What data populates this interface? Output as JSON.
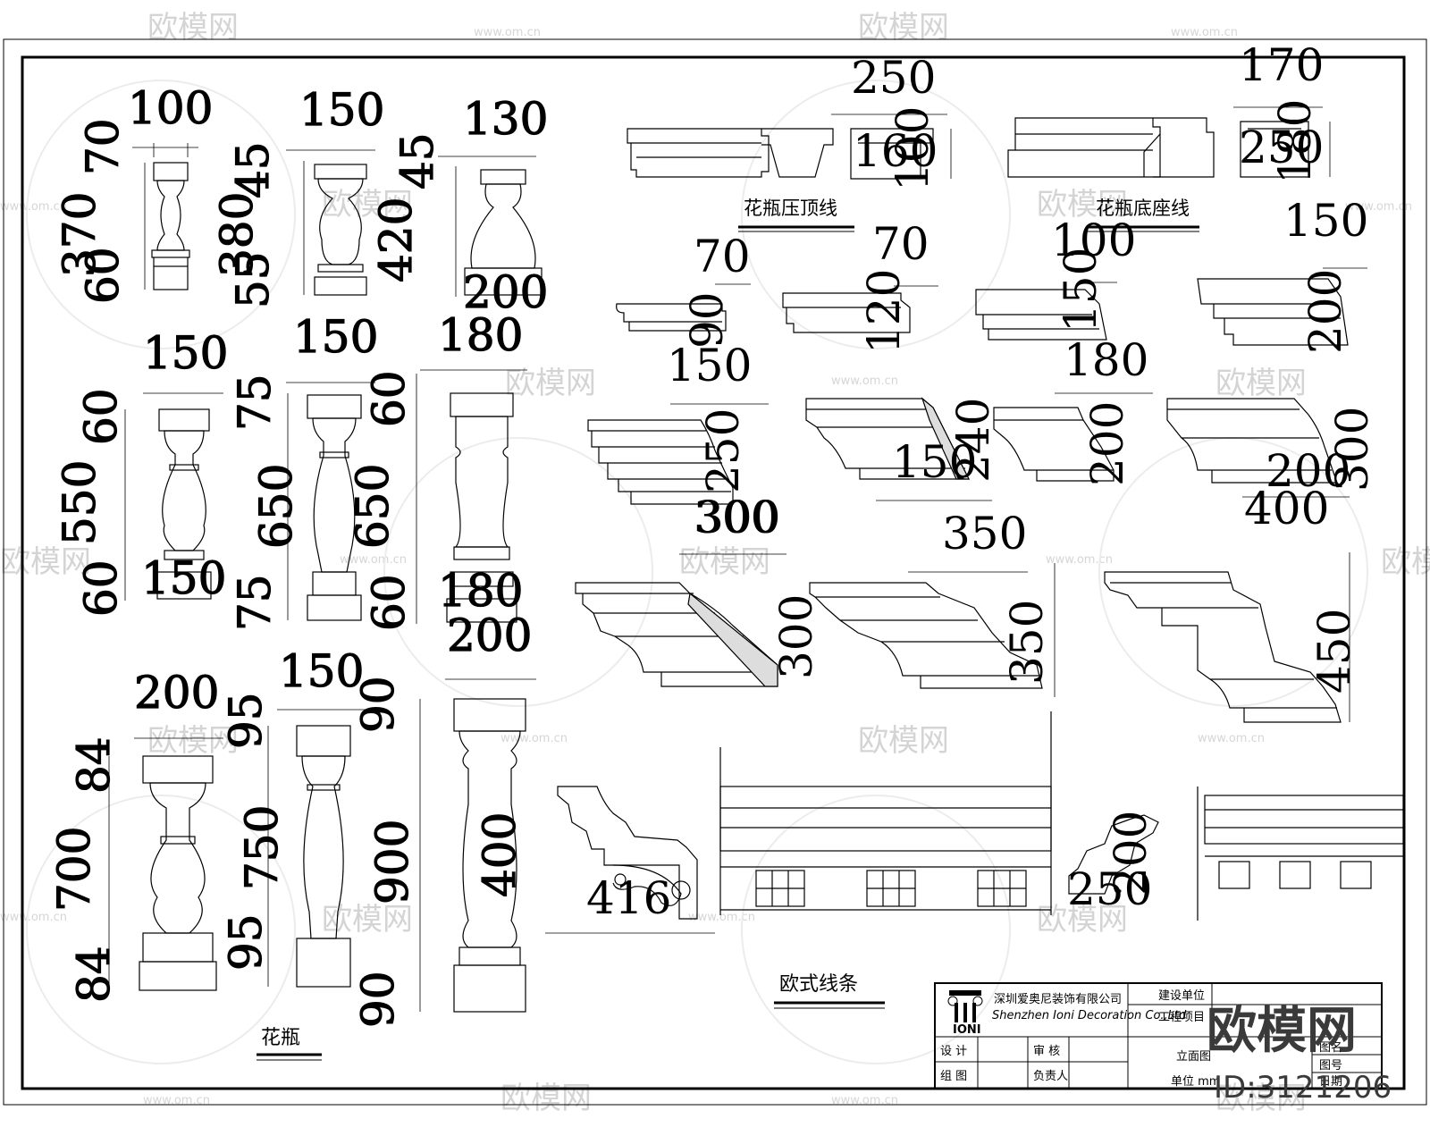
{
  "watermarks": {
    "brand": "欧模网",
    "url": "www.om.cn"
  },
  "labels": {
    "balusters": "花瓶",
    "vase_cap": "花瓶压顶线",
    "vase_base": "花瓶底座线",
    "euro_moulding": "欧式线条"
  },
  "title_block": {
    "company_cn": "深圳爱奥尼装饰有限公司",
    "company_en": "Shenzhen Ioni Decoration Co.,Ltd",
    "logo_text": "IONI",
    "client_label": "建设单位",
    "project_label": "工程项目",
    "design_label": "设 计",
    "review_label": "审 核",
    "draw_label": "组 图",
    "lead_label": "负责人",
    "view_label": "立面图",
    "unit_label": "单位 mm",
    "fig_name": "图名",
    "fig_no": "图号",
    "date": "日期"
  },
  "big_watermark": {
    "brand": "欧模网",
    "id": "ID:3121206"
  },
  "dims": {
    "b1_w": "100",
    "b1_top": "70",
    "b1_h": "370",
    "b1_bot": "60",
    "b2_w": "150",
    "b2_top": "45",
    "b2_h": "380",
    "b2_bot": "55",
    "b3_w": "130",
    "b3_top": "45",
    "b3_h": "420",
    "b3_base": "200",
    "b4_w": "150",
    "b4_top": "60",
    "b4_h": "550",
    "b4_bot": "60",
    "b4_base": "150",
    "b5_w": "150",
    "b5_top": "75",
    "b5_h": "650",
    "b5_bot": "75",
    "b6_top_w": "180",
    "b6_top": "60",
    "b6_h": "650",
    "b6_bot": "60",
    "b6_base": "180",
    "b7_w": "200",
    "b7_top": "84",
    "b7_h": "700",
    "b7_bot": "84",
    "b8_w": "150",
    "b8_top": "95",
    "b8_h": "750",
    "b8_bot": "95",
    "b9_w": "200",
    "b9_top": "90",
    "b9_h": "900",
    "b9_bot": "90",
    "b9_mid": "400",
    "cap_w": "250",
    "cap_h": "160",
    "cap_h2": "100",
    "base_w": "170",
    "base_h": "250",
    "base_h2": "180",
    "m1_w": "70",
    "m1_h": "90",
    "m2_w": "70",
    "m2_h": "120",
    "m3_w": "100",
    "m3_h": "150",
    "m4_w": "150",
    "m4_h": "200",
    "m5_w": "150",
    "m5_h": "250",
    "m5_b": "300",
    "m6_h": "240",
    "m6_w": "150",
    "m7_w": "180",
    "m7_h": "200",
    "m8_h": "300",
    "m8_w": "200",
    "m8_b": "400",
    "m9_w": "300",
    "m9_h": "300",
    "m10_w": "350",
    "m10_h": "350",
    "m11_h": "450",
    "e1_w": "416",
    "e2_w": "250",
    "e2_h": "200"
  }
}
